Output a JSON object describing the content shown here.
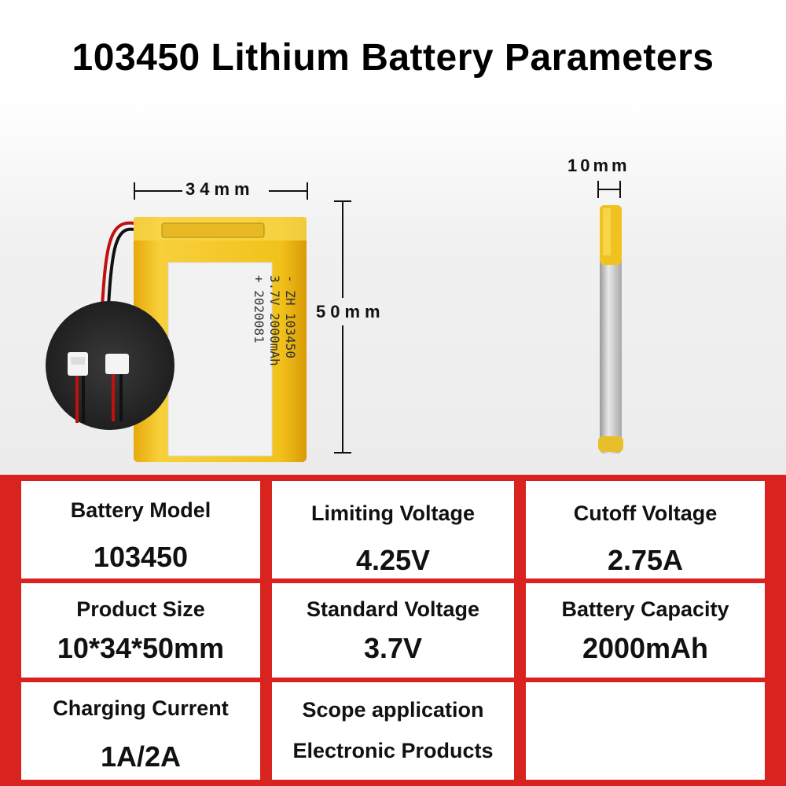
{
  "title": "103450 Lithium Battery Parameters",
  "dimensions": {
    "width": "34mm",
    "height": "50mm",
    "thickness": "10mm"
  },
  "label_text": {
    "line1": "- ZH  103450",
    "line2": "  3.7V 2000mAh",
    "line3": "+ 2020081"
  },
  "specs": {
    "battery_model": {
      "label": "Battery Model",
      "value": "103450"
    },
    "limiting_voltage": {
      "label": "Limiting Voltage",
      "value": "4.25V"
    },
    "cutoff_voltage": {
      "label": "Cutoff Voltage",
      "value": "2.75A"
    },
    "product_size": {
      "label": "Product Size",
      "value": "10*34*50mm"
    },
    "standard_voltage": {
      "label": "Standard Voltage",
      "value": "3.7V"
    },
    "battery_capacity": {
      "label": "Battery Capacity",
      "value": "2000mAh"
    },
    "charging_current": {
      "label": "Charging Current",
      "value": "1A/2A"
    },
    "scope_application": {
      "label": "Scope application",
      "value": "Electronic Products"
    }
  },
  "colors": {
    "table_border": "#d8231f",
    "battery_gold": "#f2c21b"
  }
}
